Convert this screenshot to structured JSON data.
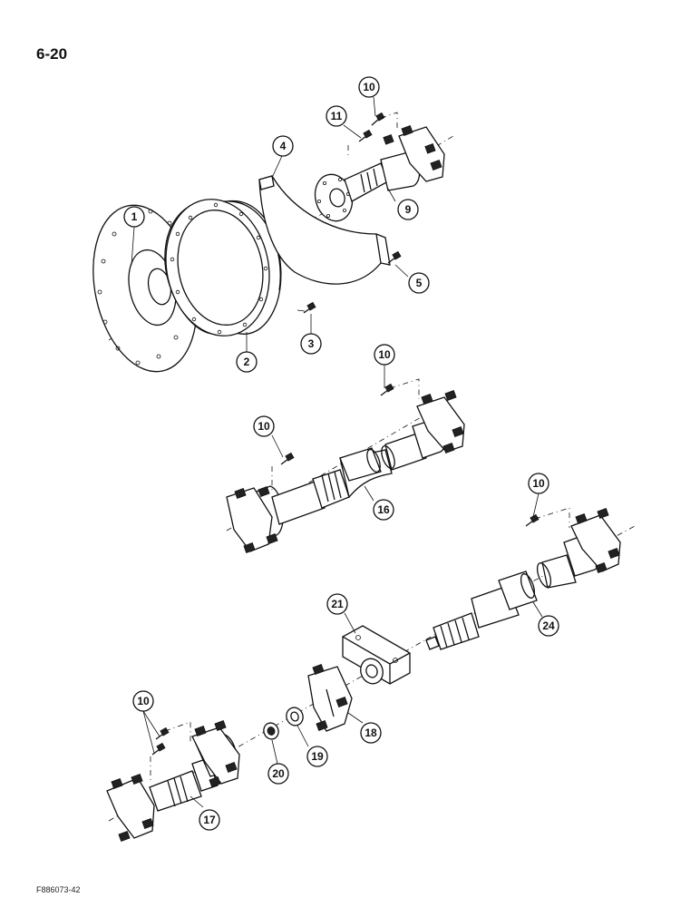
{
  "page": {
    "number": "6-20",
    "figure_code": "F886073-42"
  },
  "callouts": [
    {
      "id": "c1",
      "label": "1"
    },
    {
      "id": "c2",
      "label": "2"
    },
    {
      "id": "c3",
      "label": "3"
    },
    {
      "id": "c4",
      "label": "4"
    },
    {
      "id": "c5",
      "label": "5"
    },
    {
      "id": "c9",
      "label": "9"
    },
    {
      "id": "c10a",
      "label": "10"
    },
    {
      "id": "c11",
      "label": "11"
    },
    {
      "id": "c10b",
      "label": "10"
    },
    {
      "id": "c10c",
      "label": "10"
    },
    {
      "id": "c16",
      "label": "16"
    },
    {
      "id": "c10d",
      "label": "10"
    },
    {
      "id": "c24",
      "label": "24"
    },
    {
      "id": "c21",
      "label": "21"
    },
    {
      "id": "c18",
      "label": "18"
    },
    {
      "id": "c19",
      "label": "19"
    },
    {
      "id": "c20",
      "label": "20"
    },
    {
      "id": "c10e",
      "label": "10"
    },
    {
      "id": "c17",
      "label": "17"
    }
  ]
}
